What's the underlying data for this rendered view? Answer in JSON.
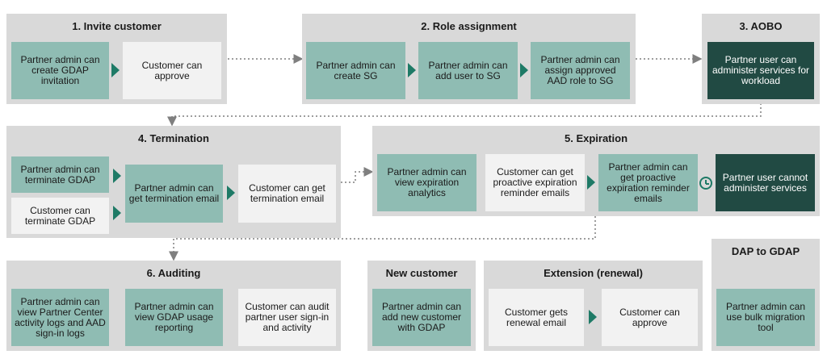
{
  "panels": {
    "invite": {
      "title": "1. Invite customer",
      "boxes": [
        "Partner admin can create GDAP invitation",
        "Customer can approve"
      ]
    },
    "role": {
      "title": "2. Role assignment",
      "boxes": [
        "Partner admin can create SG",
        "Partner admin can add user to SG",
        "Partner admin can assign approved AAD role to SG"
      ]
    },
    "aobo": {
      "title": "3. AOBO",
      "boxes": [
        "Partner user can administer services for workload"
      ]
    },
    "termination": {
      "title": "4. Termination",
      "boxes": [
        "Partner admin can terminate GDAP",
        "Customer can terminate GDAP",
        "Partner admin can get termination email",
        "Customer can get termination email"
      ]
    },
    "expiration": {
      "title": "5. Expiration",
      "boxes": [
        "Partner admin can view expiration analytics",
        "Customer can get proactive expiration reminder emails",
        "Partner admin can get proactive expiration reminder emails",
        "Partner user cannot administer services"
      ]
    },
    "auditing": {
      "title": "6. Auditing",
      "boxes": [
        "Partner admin can view Partner Center activity logs and AAD sign-in logs",
        "Partner admin can view GDAP usage reporting",
        "Customer can audit partner user sign-in and activity"
      ]
    },
    "newcustomer": {
      "title": "New customer",
      "boxes": [
        "Partner admin can add new customer with GDAP"
      ]
    },
    "extension": {
      "title": "Extension (renewal)",
      "boxes": [
        "Customer gets renewal email",
        "Customer can approve"
      ]
    },
    "daptogdap": {
      "title": "DAP to GDAP",
      "boxes": [
        "Partner admin can use bulk migration tool"
      ]
    }
  },
  "colors": {
    "panel": "#d9d9d9",
    "teal": "#8fbcb3",
    "light": "#f2f2f2",
    "dark": "#214a43",
    "arrow": "#1e7a66",
    "connector": "#7f7f7f"
  }
}
